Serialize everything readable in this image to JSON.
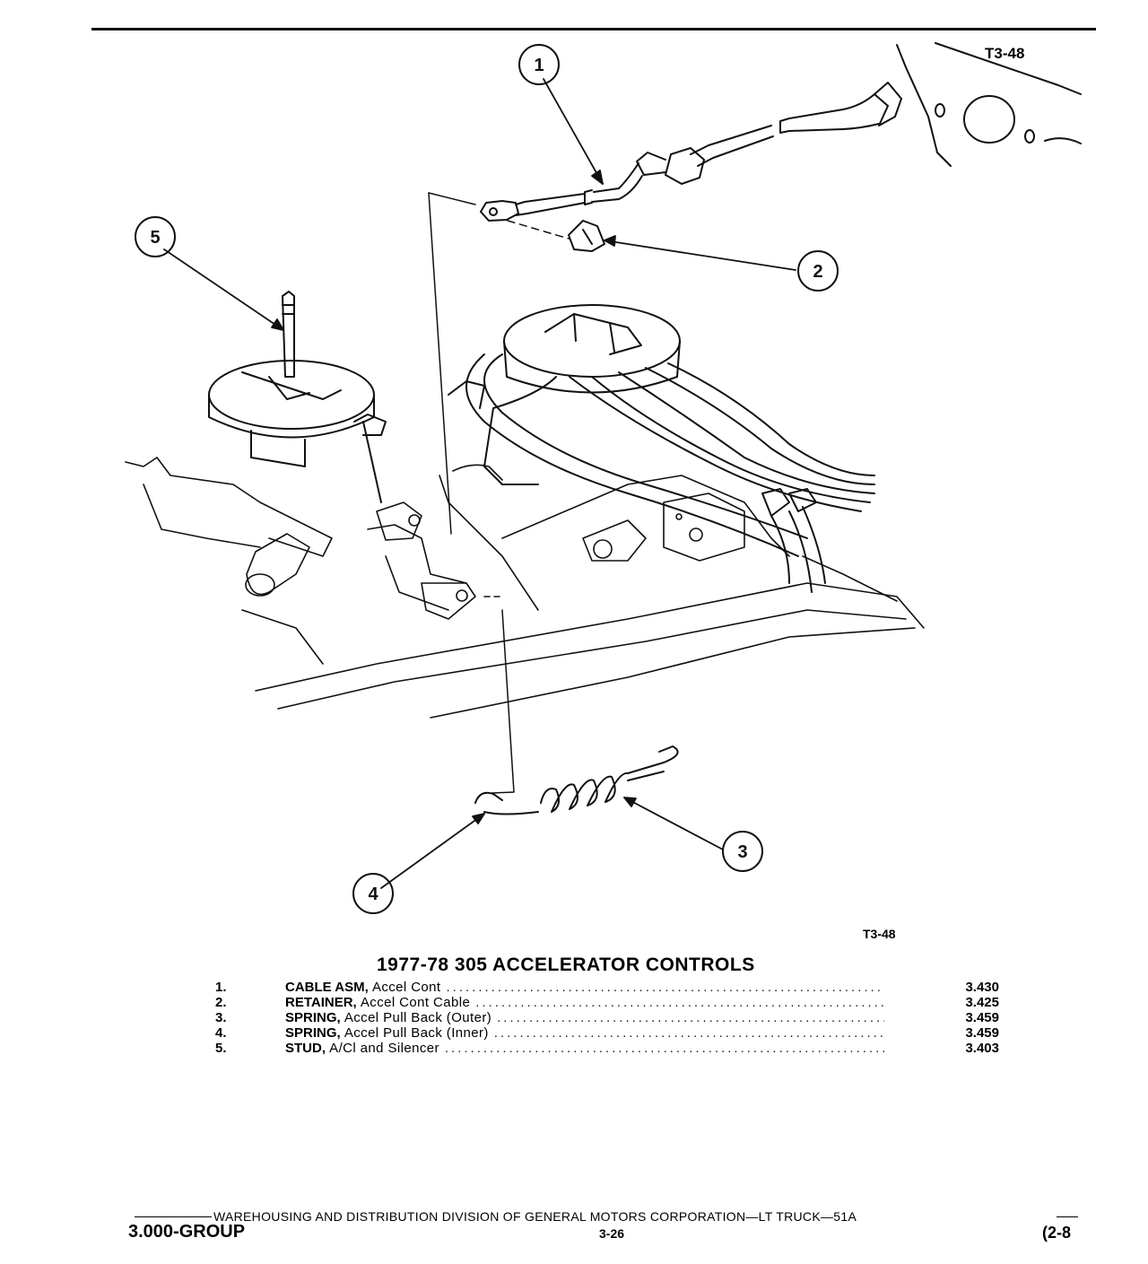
{
  "figure_code_top": "T3-48",
  "figure_code_bottom": "T3-48",
  "callouts": [
    "1",
    "2",
    "3",
    "4",
    "5"
  ],
  "title": "1977-78 305 ACCELERATOR CONTROLS",
  "parts": [
    {
      "num": "1.",
      "name": "CABLE ASM,",
      "desc": "Accel Cont",
      "group": "3.430"
    },
    {
      "num": "2.",
      "name": "RETAINER,",
      "desc": "Accel Cont Cable",
      "group": "3.425"
    },
    {
      "num": "3.",
      "name": "SPRING,",
      "desc": "Accel Pull Back (Outer)",
      "group": "3.459"
    },
    {
      "num": "4.",
      "name": "SPRING,",
      "desc": "Accel Pull Back (Inner)",
      "group": "3.459"
    },
    {
      "num": "5.",
      "name": "STUD,",
      "desc": "A/Cl and Silencer",
      "group": "3.403"
    }
  ],
  "footer": {
    "text": "WAREHOUSING AND DISTRIBUTION  DIVISION OF GENERAL MOTORS CORPORATION—LT TRUCK—51A",
    "group_label": "3.000-GROUP",
    "page_number": "3-26",
    "page_ref": "(2-8"
  }
}
